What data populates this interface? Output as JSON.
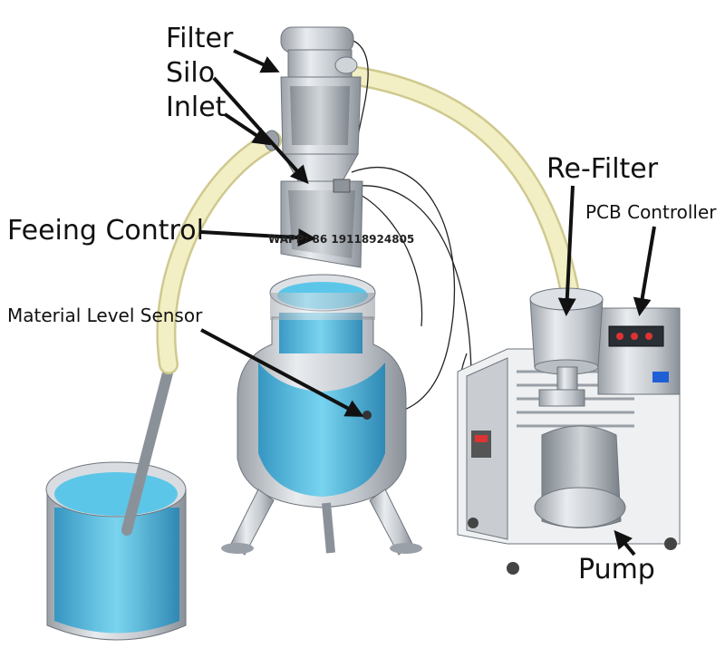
{
  "labels": {
    "filter": "Filter",
    "silo": "Silo",
    "inlet": "Inlet",
    "feeding_control": "Feeing Control",
    "material_level_sensor": "Material Level Sensor",
    "re_filter": "Re-Filter",
    "pcb_controller": "PCB Controller",
    "pump": "Pump"
  },
  "watermark": "WAPP: 86 19118924805",
  "colors": {
    "steel": "#c9cdd2",
    "steel_dark": "#8e949b",
    "liquid": "#3fb2d8",
    "hose": "#f3efc4",
    "hose_edge": "#cfc98f",
    "label_text": "#111111"
  }
}
